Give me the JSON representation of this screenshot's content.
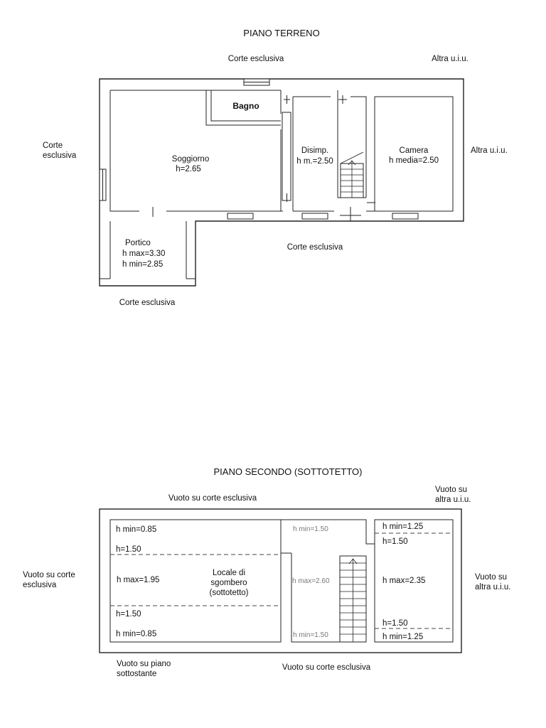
{
  "ground": {
    "title": "PIANO TERRENO",
    "top_label": "Corte esclusiva",
    "top_right_label": "Altra u.i.u.",
    "left_label": [
      "Corte",
      "esclusiva"
    ],
    "right_label": "Altra u.i.u.",
    "mid_bottom_label": "Corte esclusiva",
    "bottom_label": "Corte esclusiva",
    "rooms": {
      "bagno": "Bagno",
      "soggiorno": [
        "Soggiorno",
        "h=2.65"
      ],
      "disimpegno": [
        "Disimp.",
        "h m.=2.50"
      ],
      "camera": [
        "Camera",
        "h media=2.50"
      ],
      "portico": [
        "Portico",
        "h max=3.30",
        "h min=2.85"
      ]
    }
  },
  "second": {
    "title": "PIANO SECONDO (SOTTOTETTO)",
    "top_label": "Vuoto su corte esclusiva",
    "top_right_label": [
      "Vuoto su",
      "altra u.i.u."
    ],
    "left_label": [
      "Vuoto su corte",
      "esclusiva"
    ],
    "right_label": [
      "Vuoto su",
      "altra u.i.u."
    ],
    "bottom_left_label": [
      "Vuoto su piano",
      "sottostante"
    ],
    "bottom_mid_label": "Vuoto su corte esclusiva",
    "locale": [
      "Locale di",
      "sgombero",
      "(sottotetto)"
    ],
    "left_heights": {
      "top_min": "h min=0.85",
      "top_150": "h=1.50",
      "max": "h max=1.95",
      "bottom_150": "h=1.50",
      "bottom_min": "h min=0.85"
    },
    "stair_heights": {
      "top_min": "h min=1.50",
      "max": "h max=2.60",
      "bottom_min": "h min=1.50"
    },
    "right_heights": {
      "top_min": "h min=1.25",
      "top_150": "h=1.50",
      "max": "h max=2.35",
      "bottom_150": "h=1.50",
      "bottom_min": "h min=1.25"
    }
  }
}
